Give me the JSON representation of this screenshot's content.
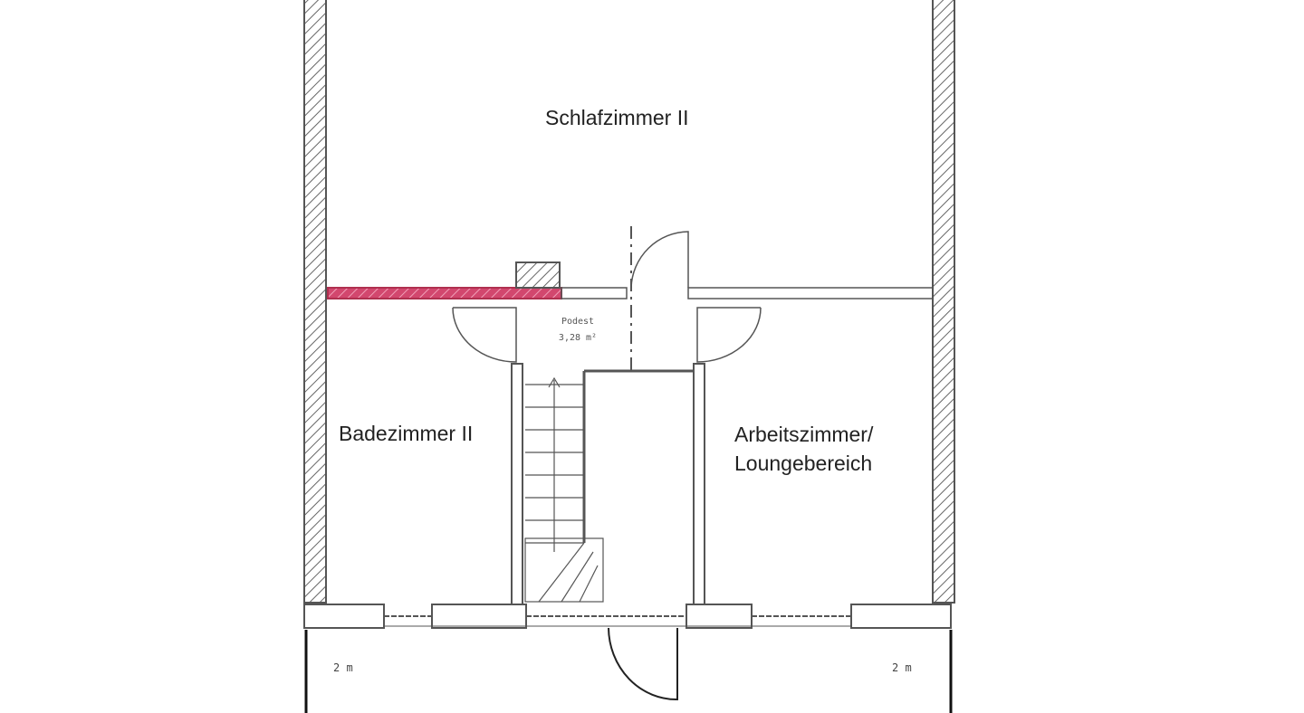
{
  "rooms": {
    "bedroom": "Schlafzimmer II",
    "bathroom": "Badezimmer II",
    "study_line1": "Arbeitszimmer/",
    "study_line2": "Loungebereich"
  },
  "landing": {
    "label": "Podest",
    "area": "3,28 m²"
  },
  "dimensions": {
    "left": "2 m",
    "right": "2 m"
  },
  "colors": {
    "highlight_wall": "#d2476e",
    "line": "#555555"
  }
}
